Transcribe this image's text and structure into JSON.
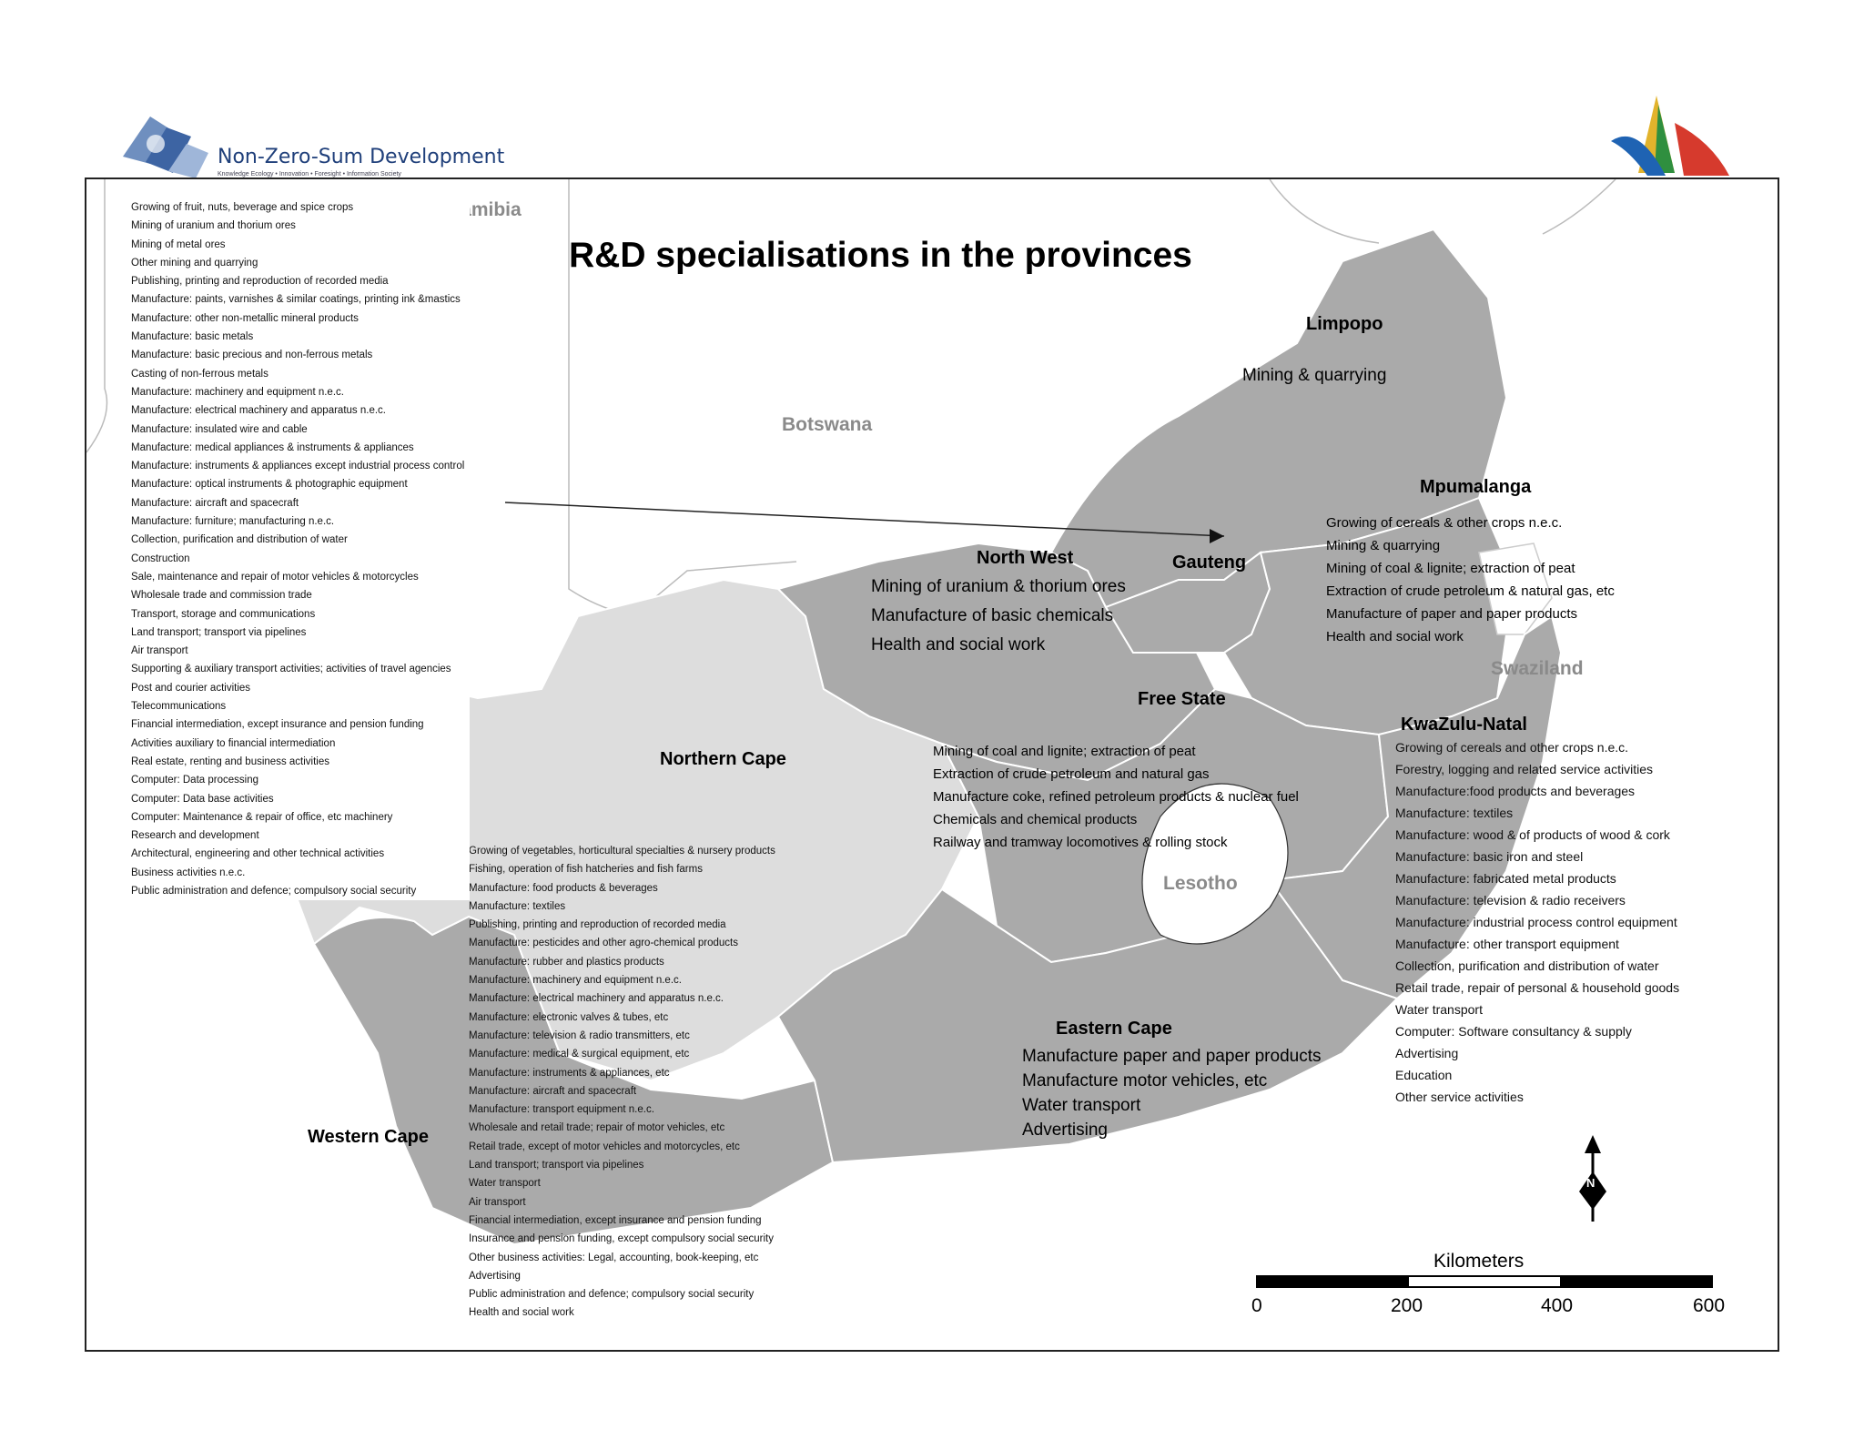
{
  "header": {
    "org_name": "Non-Zero-Sum Development",
    "org_tagline": "Knowledge Ecology • Innovation • Foresight • Information Society"
  },
  "map": {
    "title": "R&D specialisations in the provinces",
    "countries": {
      "namibia": "Namibia",
      "botswana": "Botswana",
      "lesotho": "Lesotho",
      "swaziland": "Swaziland"
    },
    "provinces": {
      "limpopo": {
        "name": "Limpopo",
        "items": [
          "Mining & quarrying"
        ]
      },
      "north_west": {
        "name": "North West",
        "items": [
          "Mining of uranium & thorium ores",
          "Manufacture of basic chemicals",
          "Health and social work"
        ]
      },
      "gauteng": {
        "name": "Gauteng",
        "items": [
          "Growing of fruit, nuts, beverage and spice crops",
          "Mining of uranium and thorium ores",
          "Mining of metal ores",
          "Other mining and quarrying",
          "Publishing, printing and reproduction of recorded media",
          "Manufacture: paints, varnishes & similar coatings, printing ink &mastics",
          "Manufacture: other non-metallic mineral products",
          "Manufacture: basic metals",
          "Manufacture: basic precious and non-ferrous metals",
          "Casting of non-ferrous metals",
          "Manufacture: machinery and equipment n.e.c.",
          "Manufacture: electrical machinery and apparatus n.e.c.",
          "Manufacture: insulated wire and cable",
          "Manufacture: medical appliances & instruments & appliances",
          "Manufacture: instruments & appliances except industrial process control",
          "Manufacture: optical instruments & photographic equipment",
          "Manufacture: aircraft and spacecraft",
          "Manufacture: furniture; manufacturing n.e.c.",
          "Collection, purification and distribution of water",
          "Construction",
          "Sale, maintenance and repair of motor vehicles & motorcycles",
          "Wholesale trade and commission trade",
          "Transport, storage and communications",
          "Land transport; transport via pipelines",
          "Air transport",
          "Supporting & auxiliary transport activities; activities of travel agencies",
          "Post and courier activities",
          "Telecommunications",
          "Financial intermediation, except insurance and pension funding",
          "Activities auxiliary to financial intermediation",
          "Real estate, renting and business activities",
          "Computer: Data processing",
          "Computer: Data base activities",
          "Computer: Maintenance & repair of office, etc machinery",
          "Research and development",
          "Architectural, engineering and other technical activities",
          "Business activities n.e.c.",
          "Public administration and defence; compulsory social security"
        ]
      },
      "mpumalanga": {
        "name": "Mpumalanga",
        "items": [
          "Growing of cereals & other crops n.e.c.",
          "Mining & quarrying",
          "Mining of coal & lignite; extraction of peat",
          "Extraction of crude petroleum & natural gas, etc",
          "Manufacture of paper and paper products",
          "Health and social work"
        ]
      },
      "free_state": {
        "name": "Free State",
        "items": [
          "Mining of coal and lignite; extraction of peat",
          "Extraction of crude petroleum and natural gas",
          "Manufacture coke, refined petroleum products & nuclear fuel",
          "Chemicals and chemical products",
          "Railway and tramway locomotives & rolling stock"
        ]
      },
      "kwazulu_natal": {
        "name": "KwaZulu-Natal",
        "items": [
          "Growing of cereals and other crops n.e.c.",
          "Forestry, logging and related service activities",
          "Manufacture:food products and beverages",
          "Manufacture: textiles",
          "Manufacture: wood & of products of wood & cork",
          "Manufacture: basic iron and steel",
          "Manufacture: fabricated metal products",
          "Manufacture: television & radio receivers",
          "Manufacture: industrial process control equipment",
          "Manufacture: other transport equipment",
          "Collection, purification and distribution of water",
          "Retail trade, repair of personal & household goods",
          "Water transport",
          "Computer: Software consultancy & supply",
          "Advertising",
          "Education",
          "Other service activities"
        ]
      },
      "northern_cape": {
        "name": "Northern Cape",
        "items": []
      },
      "eastern_cape": {
        "name": "Eastern Cape",
        "items": [
          "Manufacture paper and paper products",
          "Manufacture motor vehicles, etc",
          "Water transport",
          "Advertising"
        ]
      },
      "western_cape": {
        "name": "Western Cape",
        "items": [
          "Growing of vegetables, horticultural specialties & nursery products",
          "Fishing, operation of fish hatcheries and fish farms",
          "Manufacture: food products & beverages",
          "Manufacture: textiles",
          "Publishing, printing and reproduction of recorded media",
          "Manufacture: pesticides and other agro-chemical products",
          "Manufacture: rubber and plastics products",
          "Manufacture: machinery and equipment n.e.c.",
          "Manufacture: electrical machinery and apparatus n.e.c.",
          "Manufacture: electronic valves & tubes, etc",
          "Manufacture: television & radio transmitters, etc",
          "Manufacture: medical & surgical equipment, etc",
          "Manufacture: instruments & appliances, etc",
          "Manufacture: aircraft and spacecraft",
          "Manufacture: transport equipment n.e.c.",
          "Wholesale and retail trade; repair of motor vehicles, etc",
          "Retail trade, except of motor vehicles and motorcycles, etc",
          "Land transport; transport via pipelines",
          "Water transport",
          "Air transport",
          "Financial intermediation, except insurance and pension funding",
          "Insurance and pension funding, except compulsory social security",
          "Other business activities: Legal, accounting, book-keeping, etc",
          "Advertising",
          "Public administration and defence; compulsory social security",
          "Health and social work"
        ]
      }
    },
    "north_arrow": "N",
    "scale_bar": {
      "unit_label": "Kilometers",
      "ticks": [
        "0",
        "200",
        "400",
        "600"
      ]
    },
    "colors": {
      "province_fill": "#aaaaaa",
      "northern_cape_fill": "#dddddd",
      "lesotho_fill": "#ffffff",
      "border": "#ffffff"
    }
  }
}
